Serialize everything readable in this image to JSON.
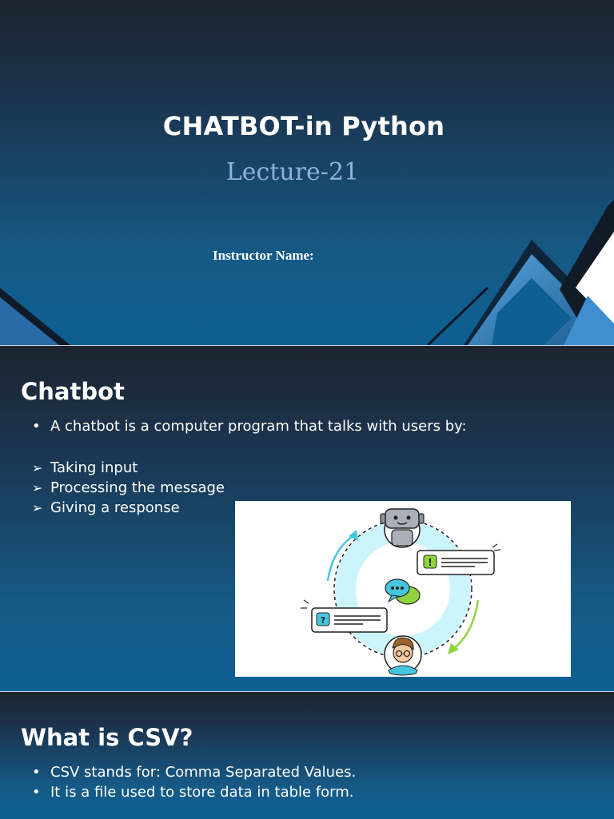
{
  "slide1": {
    "title": "CHATBOT-in Python",
    "subtitle": "Lecture-21",
    "instructor_label": "Instructor Name:"
  },
  "slide2": {
    "heading": "Chatbot",
    "bullet_symbol": "•",
    "arrow_symbol": "➢",
    "intro": "A chatbot is a computer program that talks with users by:",
    "steps": [
      "Taking input",
      "Processing the message",
      "Giving a response"
    ],
    "illustration": {
      "icons": [
        "robot-icon",
        "person-icon",
        "chat-bubbles-icon",
        "exclamation-message-icon",
        "question-message-icon"
      ],
      "question_mark": "?",
      "exclamation_mark": "!",
      "colors": {
        "ring": "#ccf5fb",
        "accent_cyan": "#46c6de",
        "accent_green": "#8fd43d",
        "outline": "#222222"
      }
    }
  },
  "slide3": {
    "heading": "What is CSV?",
    "bullets": [
      "CSV stands for: Comma Separated Values.",
      "It is a file used to store data in table form."
    ]
  },
  "colors": {
    "bg_dark": "#1d2430",
    "bg_blue": "#0e5f93",
    "lecture_text": "#8fb1db",
    "white": "#ffffff"
  }
}
